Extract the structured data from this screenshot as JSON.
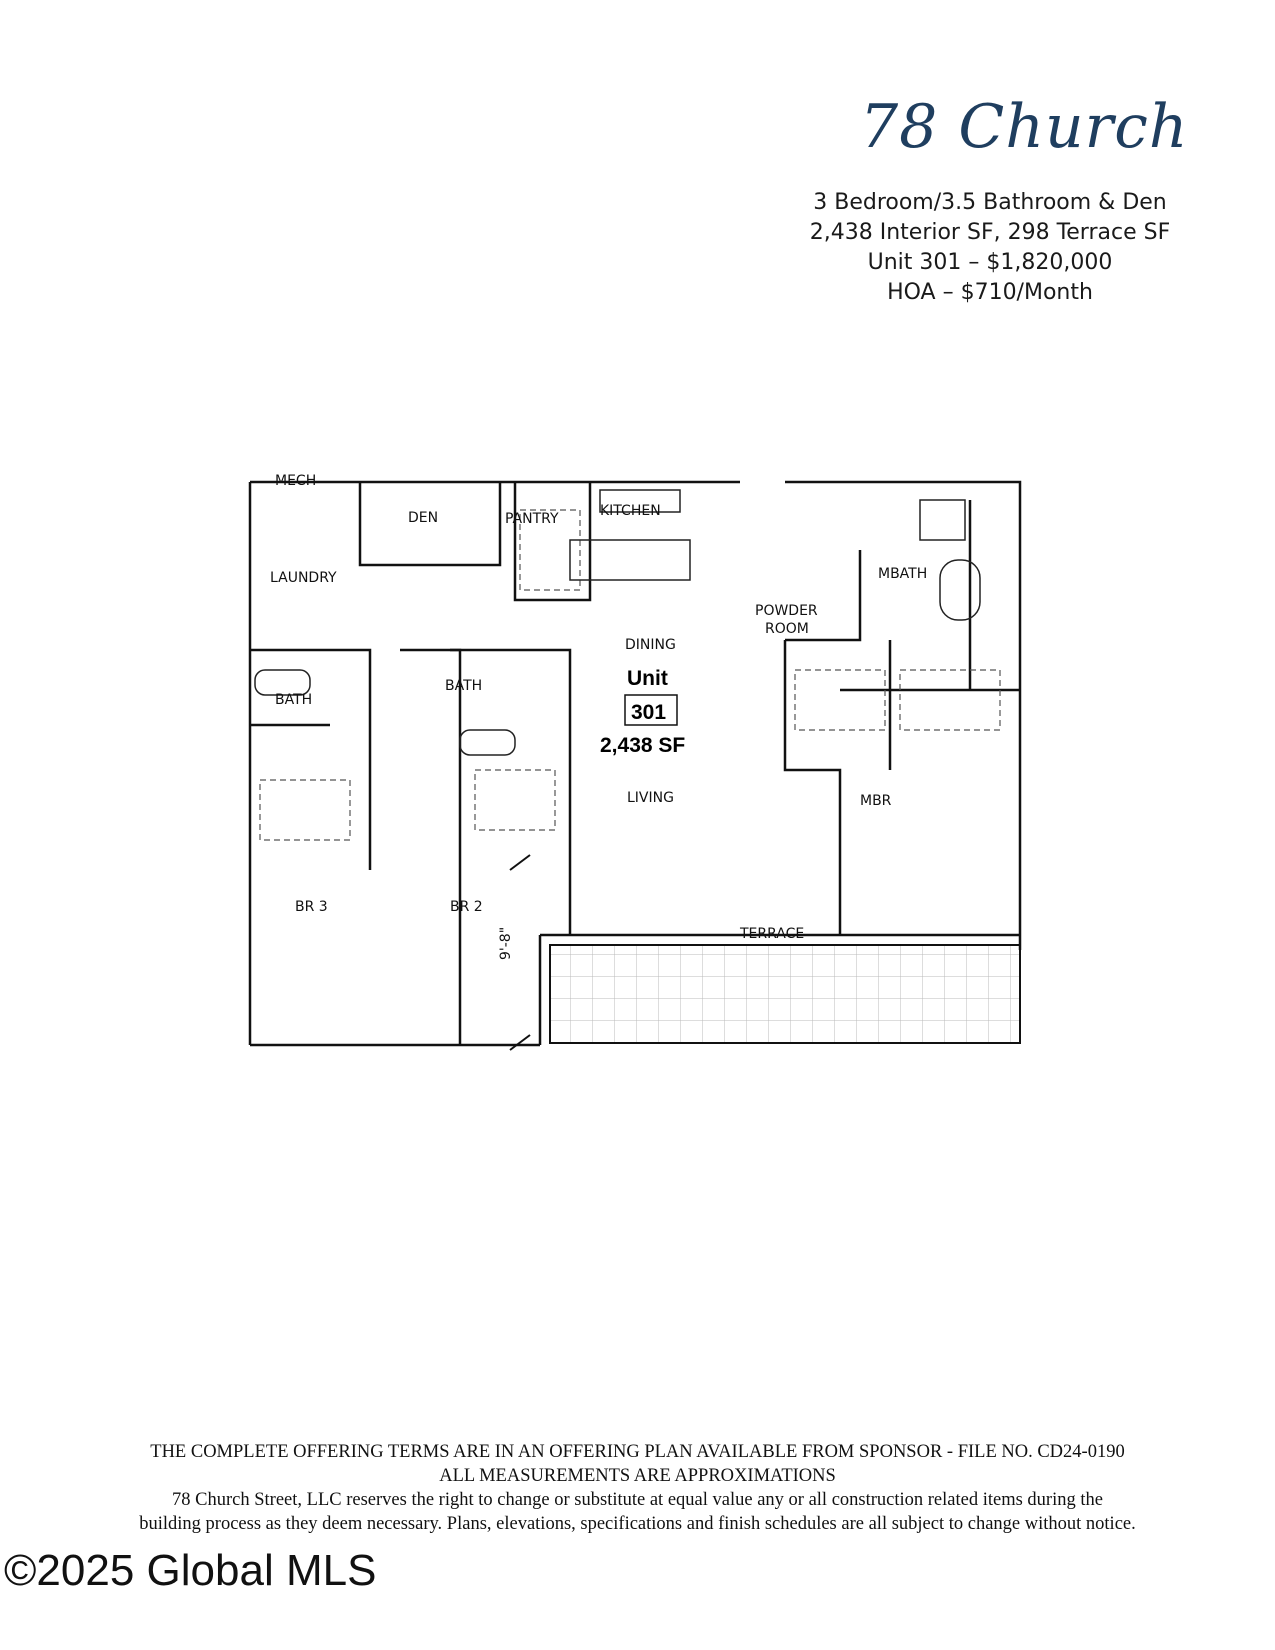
{
  "brand": {
    "name": "78 Church"
  },
  "specs": {
    "line1": "3 Bedroom/3.5 Bathroom & Den",
    "line2": "2,438 Interior SF, 298 Terrace SF",
    "line3": "Unit 301 – $1,820,000",
    "line4": "HOA – $710/Month"
  },
  "plan": {
    "rooms": {
      "mech": "MECH",
      "den": "DEN",
      "pantry": "PANTRY",
      "kitchen": "KITCHEN",
      "laundry": "LAUNDRY",
      "mbath": "MBATH",
      "powder_line1": "POWDER",
      "powder_line2": "ROOM",
      "dining": "DINING",
      "bath_left": "BATH",
      "bath_center": "BATH",
      "living": "LIVING",
      "mbr": "MBR",
      "br3": "BR 3",
      "br2": "BR 2",
      "terrace": "TERRACE"
    },
    "unit_label": "Unit",
    "unit_number": "301",
    "unit_area": "2,438 SF",
    "dimension": "9'-8\""
  },
  "footer": {
    "line1": "THE COMPLETE OFFERING TERMS ARE IN AN OFFERING PLAN AVAILABLE FROM SPONSOR - FILE NO. CD24-0190",
    "line2": "ALL MEASUREMENTS ARE APPROXIMATIONS",
    "line3": "78 Church Street, LLC reserves the right to change or substitute at equal value any or all construction related items during the",
    "line4": "building process as they deem necessary. Plans, elevations, specifications and finish schedules are all subject to change without notice."
  },
  "copyright": "©2025 Global MLS"
}
